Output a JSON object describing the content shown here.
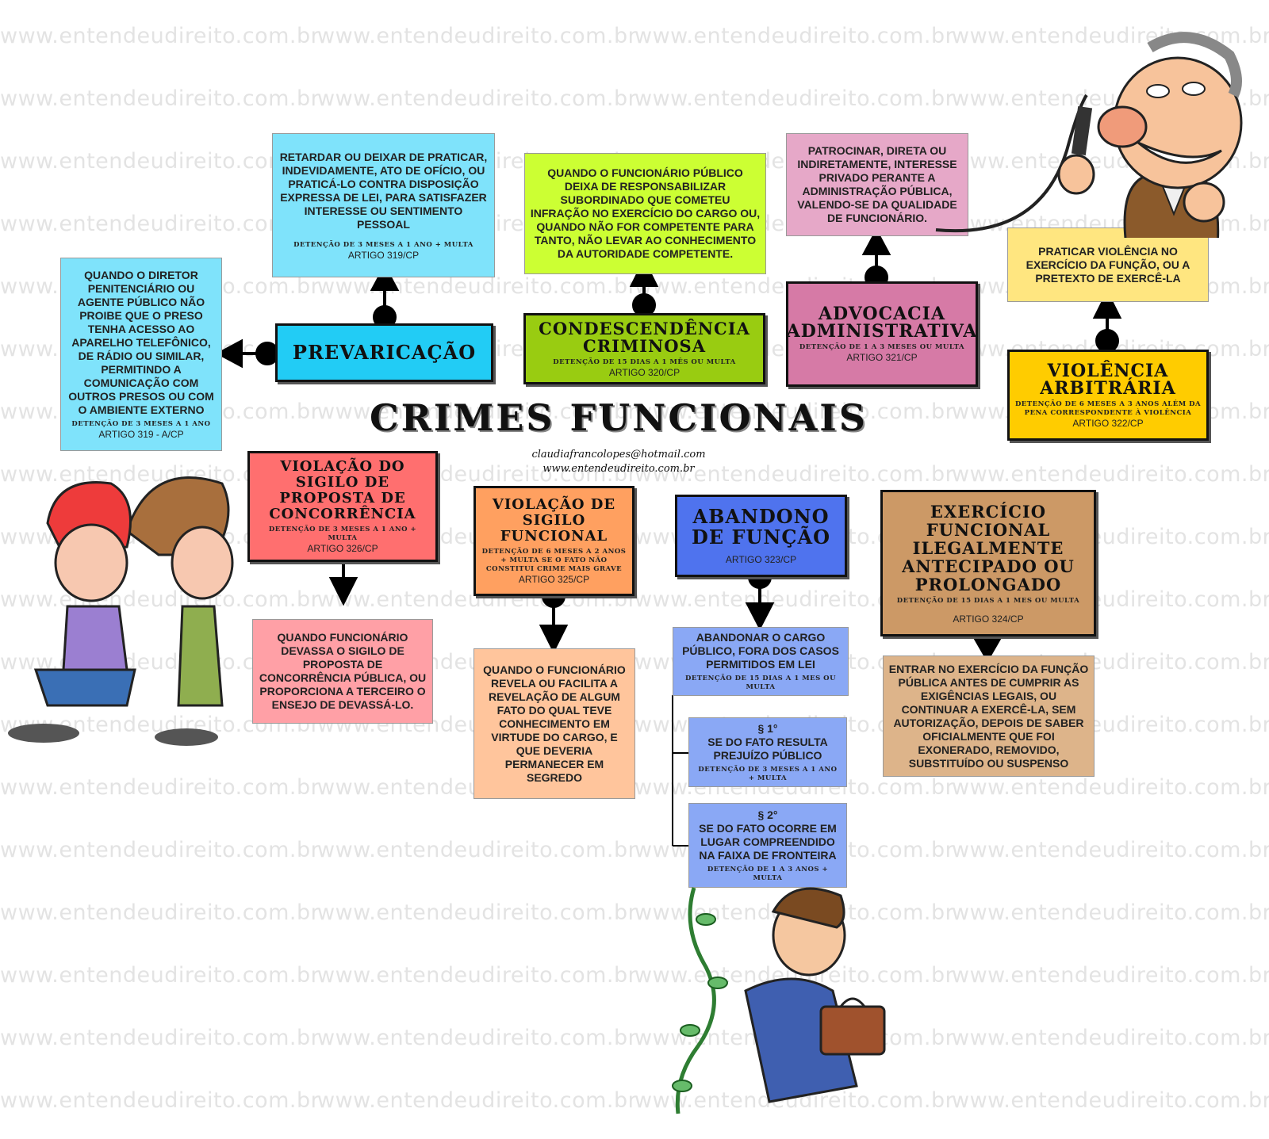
{
  "watermark_text": "www.entendeudireito.com.br",
  "title": "CRIMES FUNCIONAIS",
  "author_email": "claudiafrancolopes@hotmail.com",
  "author_site": "www.entendeudireito.com.br",
  "colors": {
    "prevaricacao": "#22ccf5",
    "prevaricacao_desc": "#7fe3fb",
    "condescendencia": "#99cc11",
    "condescendencia_desc": "#ccff33",
    "advocacia": "#d67aa6",
    "advocacia_desc": "#e6a8c8",
    "violencia": "#ffcc00",
    "violencia_desc": "#ffe680",
    "sigilo_concorrencia": "#ff6f6f",
    "sigilo_concorrencia_desc": "#ffa0a6",
    "sigilo_funcional": "#ffa060",
    "sigilo_funcional_desc": "#ffc59c",
    "abandono": "#4f73ee",
    "abandono_desc": "#8aa8f5",
    "exercicio": "#cc9966",
    "exercicio_desc": "#ddb48a"
  },
  "crimes": {
    "prevaricacao": {
      "name": "PREVARICAÇÃO",
      "description": "RETARDAR OU DEIXAR DE PRATICAR, INDEVIDAMENTE, ATO DE OFÍCIO, OU PRATICÁ-LO CONTRA DISPOSIÇÃO EXPRESSA DE LEI, PARA SATISFAZER INTERESSE OU SENTIMENTO PESSOAL",
      "penalty": "DETENÇÃO DE 3 MESES A 1 ANO + MULTA",
      "article": "ARTIGO 319/CP"
    },
    "prevaricacao_a": {
      "description": "QUANDO O DIRETOR PENITENCIÁRIO OU AGENTE PÚBLICO NÃO PROIBE QUE O PRESO TENHA ACESSO AO APARELHO TELEFÔNICO, DE RÁDIO OU SIMILAR, PERMITINDO A COMUNICAÇÃO COM OUTROS PRESOS OU COM O AMBIENTE EXTERNO",
      "penalty": "DETENÇÃO DE 3 MESES A 1 ANO",
      "article": "ARTIGO 319 - A/CP"
    },
    "condescendencia": {
      "name": "CONDESCENDÊNCIA CRIMINOSA",
      "description": "QUANDO O FUNCIONÁRIO PÚBLICO DEIXA DE RESPONSABILIZAR SUBORDINADO QUE COMETEU INFRAÇÃO NO EXERCÍCIO DO CARGO OU, QUANDO NÃO FOR COMPETENTE PARA TANTO, NÃO LEVAR AO CONHECIMENTO DA AUTORIDADE COMPETENTE.",
      "penalty": "DETENÇÃO DE 15 DIAS A 1 MÊS OU MULTA",
      "article": "ARTIGO 320/CP"
    },
    "advocacia": {
      "name": "ADVOCACIA ADMINISTRATIVA",
      "description": "PATROCINAR, DIRETA OU INDIRETAMENTE, INTERESSE PRIVADO PERANTE A ADMINISTRAÇÃO PÚBLICA, VALENDO-SE DA QUALIDADE DE FUNCIONÁRIO.",
      "penalty": "DETENÇÃO DE 1 A 3 MESES OU MULTA",
      "article": "ARTIGO 321/CP"
    },
    "violencia": {
      "name": "VIOLÊNCIA ARBITRÁRIA",
      "description": "PRATICAR VIOLÊNCIA NO EXERCÍCIO DA FUNÇÃO, OU A PRETEXTO DE EXERCÊ-LA",
      "penalty": "DETENÇÃO DE 6 MESES A 3 ANOS ALÉM DA PENA CORRESPONDENTE À VIOLÊNCIA",
      "article": "ARTIGO 322/CP"
    },
    "sigilo_concorrencia": {
      "name": "VIOLAÇÃO DO SIGILO DE PROPOSTA DE CONCORRÊNCIA",
      "description": "QUANDO FUNCIONÁRIO DEVASSA O SIGILO DE PROPOSTA DE CONCORRÊNCIA PÚBLICA, OU PROPORCIONA A TERCEIRO O ENSEJO DE DEVASSÁ-LO.",
      "penalty": "DETENÇÃO DE 3 MESES A 1 ANO + MULTA",
      "article": "ARTIGO 326/CP"
    },
    "sigilo_funcional": {
      "name": "VIOLAÇÃO DE SIGILO FUNCIONAL",
      "description": "QUANDO O FUNCIONÁRIO REVELA OU FACILITA A REVELAÇÃO DE ALGUM FATO DO QUAL TEVE CONHECIMENTO EM VIRTUDE DO CARGO, E QUE DEVERIA PERMANECER EM SEGREDO",
      "penalty": "DETENÇÃO DE 6 MESES A 2 ANOS + MULTA SE O FATO NÃO CONSTITUI CRIME MAIS GRAVE",
      "article": "ARTIGO 325/CP"
    },
    "abandono": {
      "name": "ABANDONO DE FUNÇÃO",
      "article": "ARTIGO 323/CP",
      "description": "ABANDONAR O CARGO PÚBLICO, FORA DOS CASOS PERMITIDOS EM LEI",
      "penalty": "DETENÇÃO DE 15 DIAS A 1 MES OU MULTA",
      "p1": {
        "label": "§ 1°",
        "text": "SE DO FATO RESULTA PREJUÍZO PÚBLICO",
        "penalty": "DETENÇÃO DE 3 MESES A 1 ANO + MULTA"
      },
      "p2": {
        "label": "§ 2°",
        "text": "SE DO FATO OCORRE EM LUGAR COMPREENDIDO NA FAIXA DE FRONTEIRA",
        "penalty": "DETENÇÃO DE 1 A 3 ANOS + MULTA"
      }
    },
    "exercicio": {
      "name": "EXERCÍCIO FUNCIONAL ILEGALMENTE ANTECIPADO OU PROLONGADO",
      "description": "ENTRAR NO EXERCÍCIO DA FUNÇÃO PÚBLICA ANTES DE CUMPRIR AS EXIGÊNCIAS LEGAIS, OU CONTINUAR A EXERCÊ-LA, SEM AUTORIZAÇÃO, DEPOIS DE SABER OFICIALMENTE QUE FOI EXONERADO, REMOVIDO, SUBSTITUÍDO OU SUSPENSO",
      "penalty": "DETENÇÃO DE 15 DIAS A 1 MES OU MULTA",
      "article": "ARTIGO 324/CP"
    }
  }
}
